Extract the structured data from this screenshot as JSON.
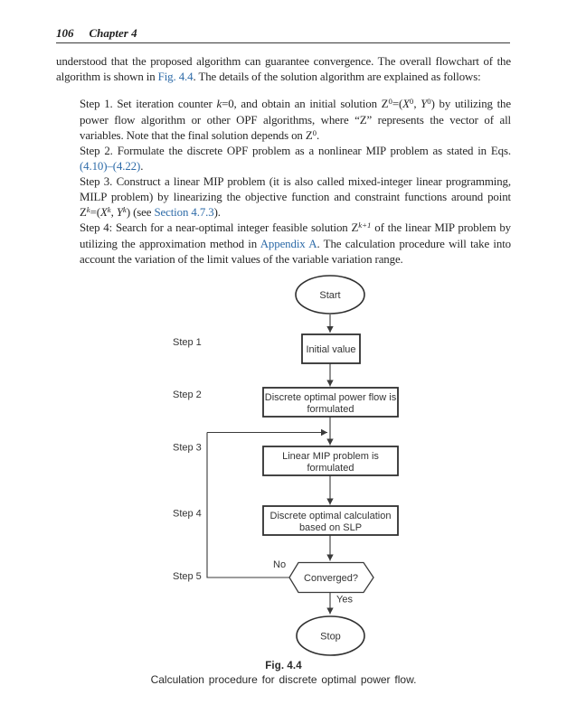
{
  "colors": {
    "link": "#2e6ba8",
    "text": "#262626",
    "stroke": "#3a3a3a"
  },
  "header": {
    "page_number": "106",
    "chapter_title": "Chapter 4"
  },
  "intro": {
    "segments": [
      {
        "t": "understood that the proposed algorithm can guarantee convergence. The overall flowchart of the algorithm is shown in "
      },
      {
        "t": "Fig. 4.4",
        "s": "link"
      },
      {
        "t": ". The details of the solution algorithm are explained as follows:"
      }
    ]
  },
  "steps": [
    {
      "segments": [
        {
          "t": "Step 1. Set iteration counter "
        },
        {
          "t": "k",
          "s": "i"
        },
        {
          "t": "=0, and obtain an initial solution Z"
        },
        {
          "t": "0",
          "s": "sup"
        },
        {
          "t": "=("
        },
        {
          "t": "X",
          "s": "i"
        },
        {
          "t": "0",
          "s": "sup"
        },
        {
          "t": ", "
        },
        {
          "t": "Y",
          "s": "i"
        },
        {
          "t": "0",
          "s": "sup"
        },
        {
          "t": ") by utilizing the power flow algorithm or other OPF algorithms, where “Z” represents the vector of all variables. Note that the final solution depends on Z"
        },
        {
          "t": "0",
          "s": "sup"
        },
        {
          "t": "."
        }
      ]
    },
    {
      "segments": [
        {
          "t": "Step 2. Formulate the discrete OPF problem as a nonlinear MIP problem as stated in Eqs. "
        },
        {
          "t": "(4.10)–(4.22)",
          "s": "link"
        },
        {
          "t": "."
        }
      ]
    },
    {
      "segments": [
        {
          "t": "Step 3. Construct a linear MIP problem (it is also called mixed-integer linear programming, MILP problem) by linearizing the objective function and constraint functions around point Z"
        },
        {
          "t": "k",
          "s": "sup i"
        },
        {
          "t": "=("
        },
        {
          "t": "X",
          "s": "i"
        },
        {
          "t": "k",
          "s": "sup i"
        },
        {
          "t": ", "
        },
        {
          "t": "Y",
          "s": "i"
        },
        {
          "t": "k",
          "s": "sup i"
        },
        {
          "t": ") (see "
        },
        {
          "t": "Section 4.7.3",
          "s": "link"
        },
        {
          "t": ")."
        }
      ]
    },
    {
      "segments": [
        {
          "t": "Step 4: Search for a near-optimal integer feasible solution Z"
        },
        {
          "t": "k+1",
          "s": "sup i"
        },
        {
          "t": " of the linear MIP problem by utilizing the approximation method in "
        },
        {
          "t": "Appendix A",
          "s": "link"
        },
        {
          "t": ". The calculation procedure will take into account the variation of the limit values of the variable variation range."
        }
      ]
    }
  ],
  "flowchart": {
    "step_labels": {
      "s1": "Step 1",
      "s2": "Step 2",
      "s3": "Step 3",
      "s4": "Step 4",
      "s5": "Step 5"
    },
    "nodes": {
      "start": "Start",
      "initial_value": "Initial value",
      "discrete_opf_line1": "Discrete optimal power flow is",
      "discrete_opf_line2": "formulated",
      "linear_mip_line1": "Linear MIP problem is",
      "linear_mip_line2": "formulated",
      "discrete_calc_line1": "Discrete optimal calculation",
      "discrete_calc_line2": "based on SLP",
      "converged": "Converged?",
      "stop": "Stop"
    },
    "edge_labels": {
      "no": "No",
      "yes": "Yes"
    }
  },
  "caption": {
    "fig_label": "Fig. 4.4",
    "text": "Calculation procedure for discrete optimal power flow."
  }
}
